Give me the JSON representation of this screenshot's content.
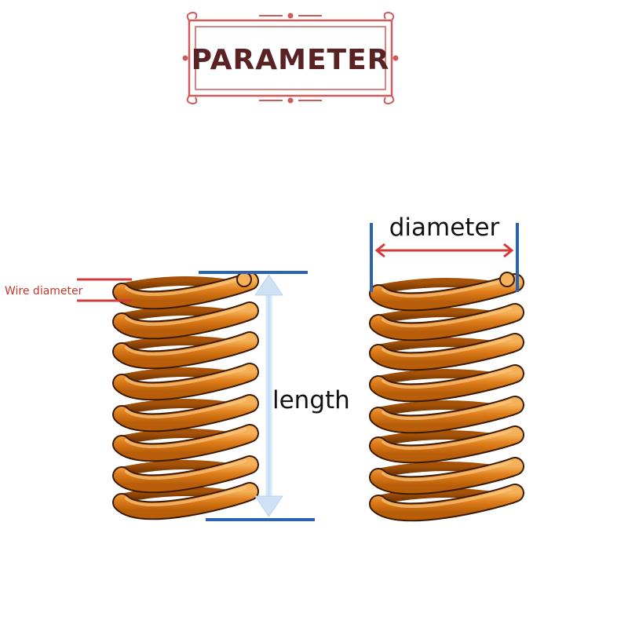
{
  "title": "PARAMETER",
  "labels": {
    "wire_diameter": "Wire diameter",
    "length": "length",
    "diameter": "diameter"
  },
  "colors": {
    "frame": "#cf5a5a",
    "title_text": "#5a2222",
    "spring_orange": "#e07f1c",
    "spring_dark": "#3a1a00",
    "spring_highlight": "#f6b25a",
    "dimension_blue": "#2b62b4",
    "dimension_red": "#d43a3a",
    "length_arrow": "#cfe1f5",
    "wire_label": "#c0392b",
    "text": "#111111"
  }
}
